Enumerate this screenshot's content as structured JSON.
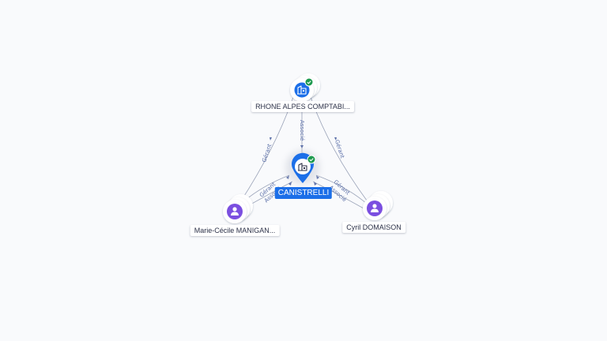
{
  "colors": {
    "company": "#1c6fe8",
    "person": "#7b4fe0",
    "verified": "#1d9a4e",
    "edge": "#9aa3b8",
    "edge_label": "#5b6fa8"
  },
  "nodes": {
    "center": {
      "label": "CANISTRELLI",
      "type": "company",
      "icon": "building-icon",
      "verified": true
    },
    "top": {
      "label": "RHONE ALPES COMPTABI...",
      "type": "company",
      "icon": "building-icon",
      "verified": true
    },
    "left": {
      "label": "Marie-Cécile MANIGAN...",
      "type": "person",
      "icon": "person-icon"
    },
    "right": {
      "label": "Cyril DOMAISON",
      "type": "person",
      "icon": "person-icon"
    }
  },
  "edges": {
    "top_center": "Associé",
    "top_left": "Gérant",
    "top_right": "Gérant",
    "left_center_1": "Gérant",
    "left_center_2": "Associé",
    "right_center_1": "Gérant",
    "right_center_2": "Associé"
  }
}
